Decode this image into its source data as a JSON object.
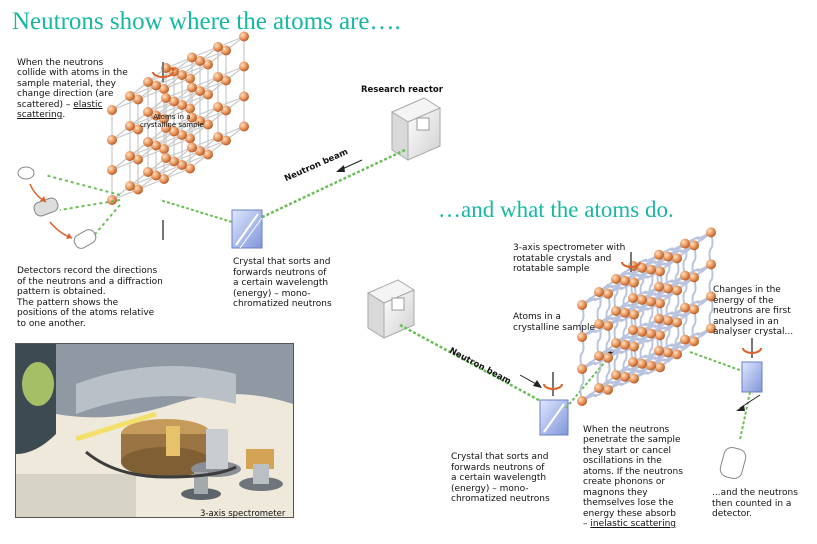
{
  "titles": {
    "main": "Neutrons show where the atoms are….",
    "second": "…and what the atoms do."
  },
  "left_diagram": {
    "collide_note_a": "When the neutrons\ncollide with atoms in the\nsample material, they\nchange direction (are\nscattered) – ",
    "collide_note_b": "elastic\nscattering",
    "collide_note_c": ".",
    "atoms_label": "Atoms in a\ncrystalline sample",
    "reactor_label": "Research reactor",
    "beam_label": "Neutron beam",
    "detectors_note": "Detectors record the directions\nof the neutrons and a diffraction\npattern is obtained.\n   The pattern shows the\npositions of the atoms relative\nto one another.",
    "crystal_note": "Crystal that sorts and\nforwards neutrons of\na certain wavelength\n(energy) – mono-\nchromatized neutrons"
  },
  "right_diagram": {
    "spectrometer_note": "3-axis spectrometer with\nrotatable crystals and\nrotatable sample",
    "atoms_label": "Atoms in a\ncrystalline sample",
    "beam_label": "Neutron beam",
    "changes_note": "Changes in the\nenergy of the\nneutrons are first\nanalysed in an\nanalyser crystal...",
    "penetrate_note_a": "When the neutrons\npenetrate the sample\nthey start or cancel\noscillations in the\natoms. If the neutrons\ncreate phonons or\nmagnons they\nthemselves lose the\nenergy these absorb\n– ",
    "penetrate_note_b": "inelastic scattering",
    "crystal_note": "Crystal that sorts and\nforwards neutrons of\na certain wavelength\n(energy) – mono-\nchromatized neutrons",
    "counted_note": "...and the neutrons\nthen counted in a\ndetector."
  },
  "photo": {
    "caption": "3-axis spectrometer"
  },
  "colors": {
    "title": "#16b8a2",
    "atom": "#e8945a",
    "bond": "#b9c3de",
    "beam": "#6bbf59",
    "arrow_orange": "#d9622b"
  }
}
